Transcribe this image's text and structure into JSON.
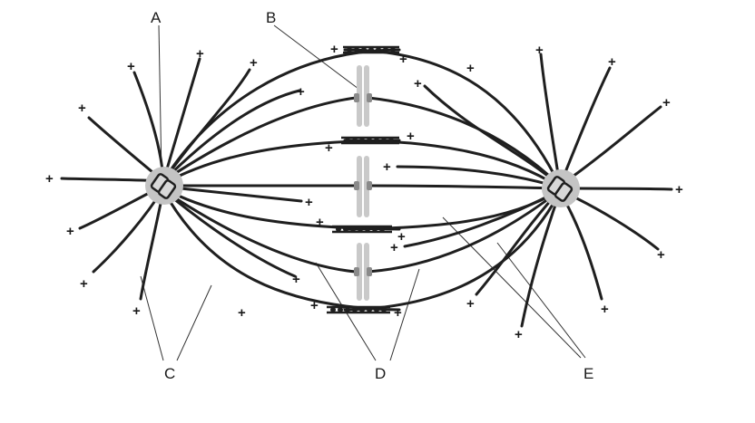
{
  "labels": {
    "a": "A",
    "b": "B",
    "c": "C",
    "d": "D",
    "e": "E"
  },
  "plus_sign": "+"
}
